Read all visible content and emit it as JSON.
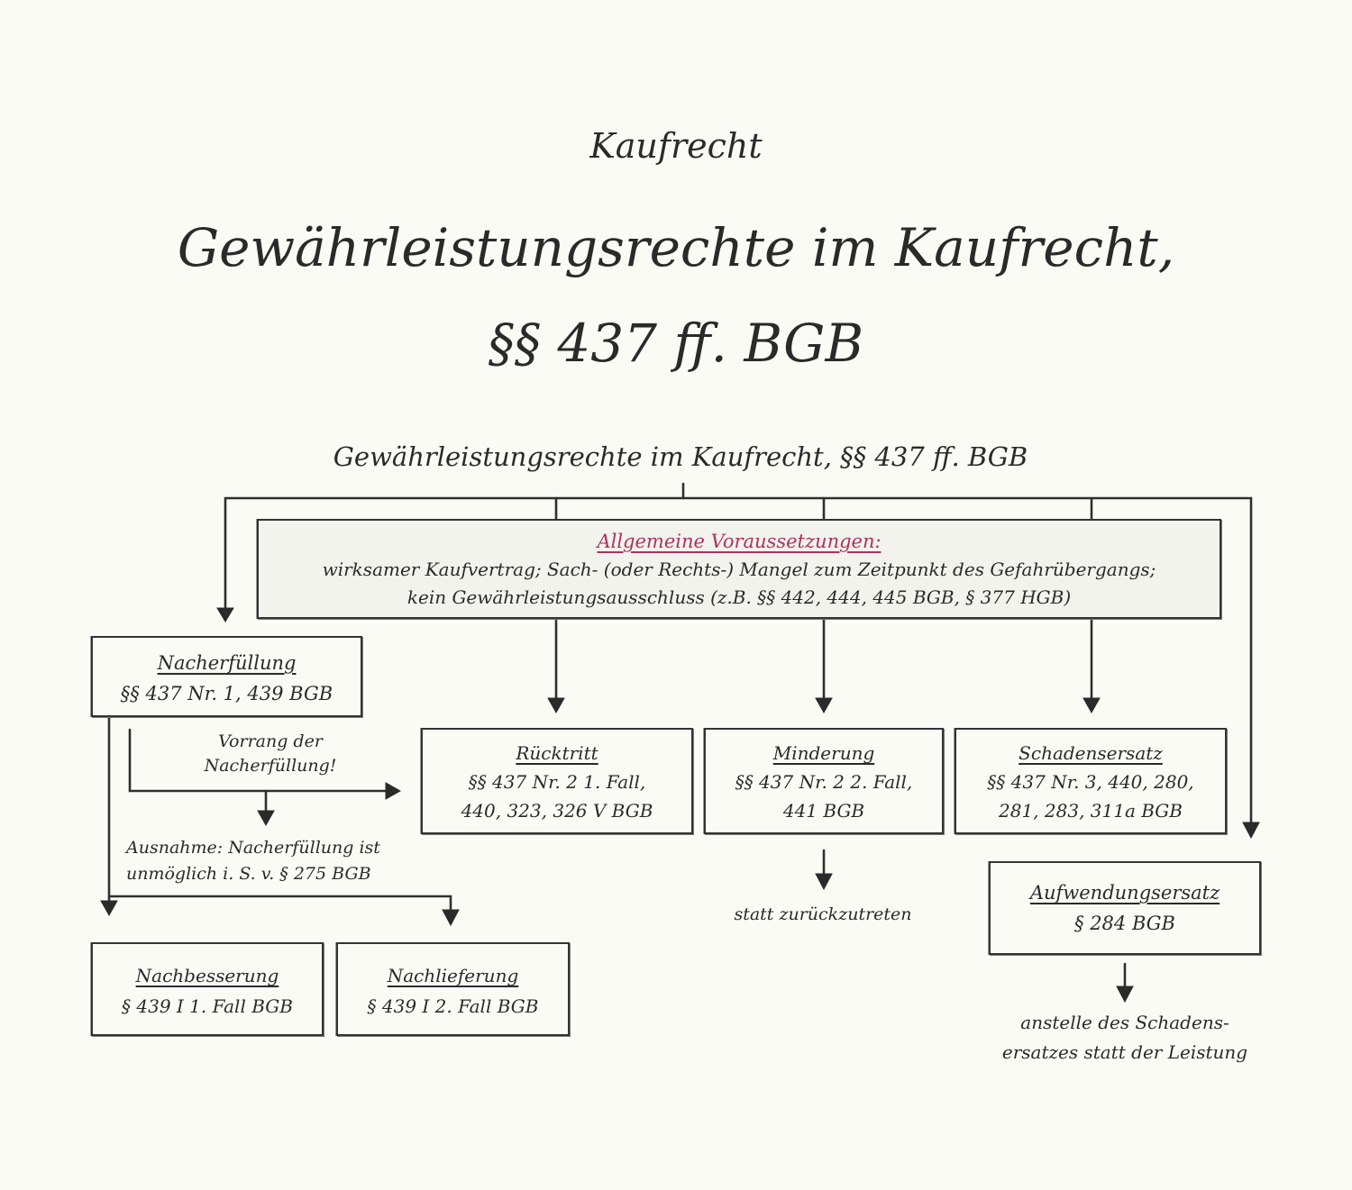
{
  "header": {
    "subject": "Kaufrecht",
    "title_line1": "Gewährleistungsrechte im Kaufrecht,",
    "title_line2": "§§ 437 ff. BGB"
  },
  "diagram": {
    "title": "Gewährleistungsrechte im Kaufrecht, §§ 437 ff. BGB",
    "requirements": {
      "heading": "Allgemeine Voraussetzungen:",
      "line1": "wirksamer Kaufvertrag; Sach- (oder Rechts-) Mangel zum Zeitpunkt des Gefahrübergangs;",
      "line2": "kein Gewährleistungsausschluss (z.B. §§ 442, 444, 445 BGB, § 377 HGB)"
    },
    "nacherfuellung": {
      "heading": "Nacherfüllung",
      "line1": "§§ 437 Nr. 1, 439 BGB"
    },
    "ruecktritt": {
      "heading": "Rücktritt",
      "line1": "§§ 437 Nr. 2 1. Fall,",
      "line2": "440, 323, 326 V BGB"
    },
    "minderung": {
      "heading": "Minderung",
      "line1": "§§ 437 Nr. 2 2. Fall,",
      "line2": "441 BGB"
    },
    "schadensersatz": {
      "heading": "Schadensersatz",
      "line1": "§§ 437 Nr. 3, 440, 280,",
      "line2": "281, 283, 311a BGB"
    },
    "aufwendungsersatz": {
      "heading": "Aufwendungsersatz",
      "line1": "§ 284 BGB"
    },
    "nachbesserung": {
      "heading": "Nachbesserung",
      "line1": "§ 439 I 1. Fall BGB"
    },
    "nachlieferung": {
      "heading": "Nachlieferung",
      "line1": "§ 439 I 2. Fall BGB"
    },
    "notes": {
      "vorrang_line1": "Vorrang der",
      "vorrang_line2": "Nacherfüllung!",
      "ausnahme_line1": "Ausnahme: Nacherfüllung ist",
      "ausnahme_line2": "unmöglich i. S. v. § 275 BGB",
      "minderung": "statt zurückzutreten",
      "aufwendung_line1": "anstelle des Schadens-",
      "aufwendung_line2": "ersatzes statt der Leistung"
    },
    "colors": {
      "ink": "#2a2a2a",
      "accent": "#b03060",
      "paper": "#fbfbf6"
    }
  }
}
